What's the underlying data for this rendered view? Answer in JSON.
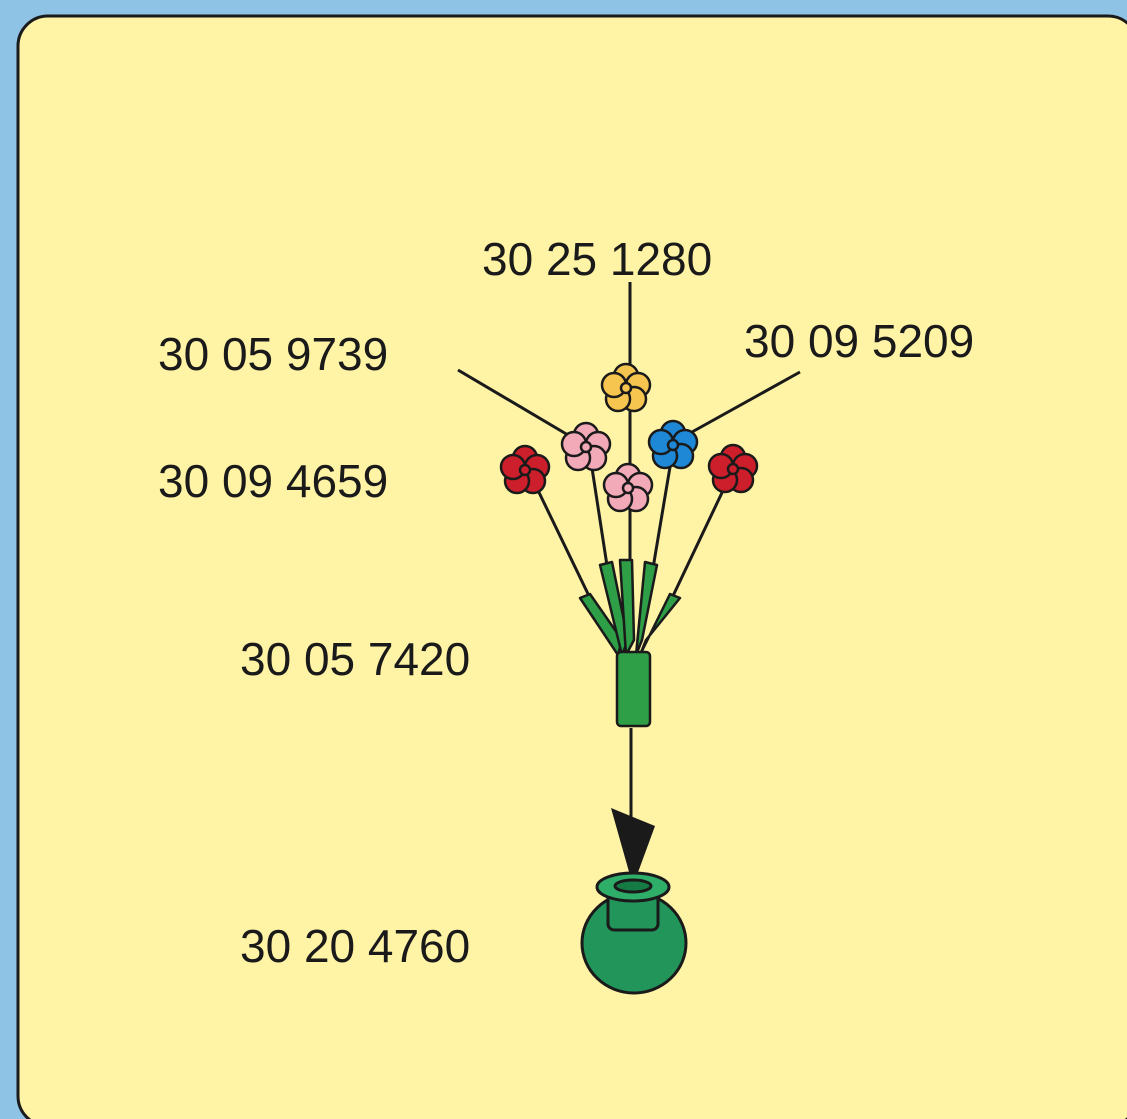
{
  "colors": {
    "background": "#8ec3e6",
    "panel": "#fff3a6",
    "flower_yellow": "#f6c550",
    "flower_pink": "#f2a9b8",
    "flower_blue": "#1e88d6",
    "flower_red": "#cc1f2b",
    "stem_green": "#2e9e47",
    "vase_green": "#22955a"
  },
  "labels": {
    "yellow_flower": "30 25 1280",
    "pink_flower": "30 05 9739",
    "blue_flower": "30 09 5209",
    "red_flower": "30 09 4659",
    "stem": "30 05 7420",
    "vase": "30 20 4760"
  }
}
